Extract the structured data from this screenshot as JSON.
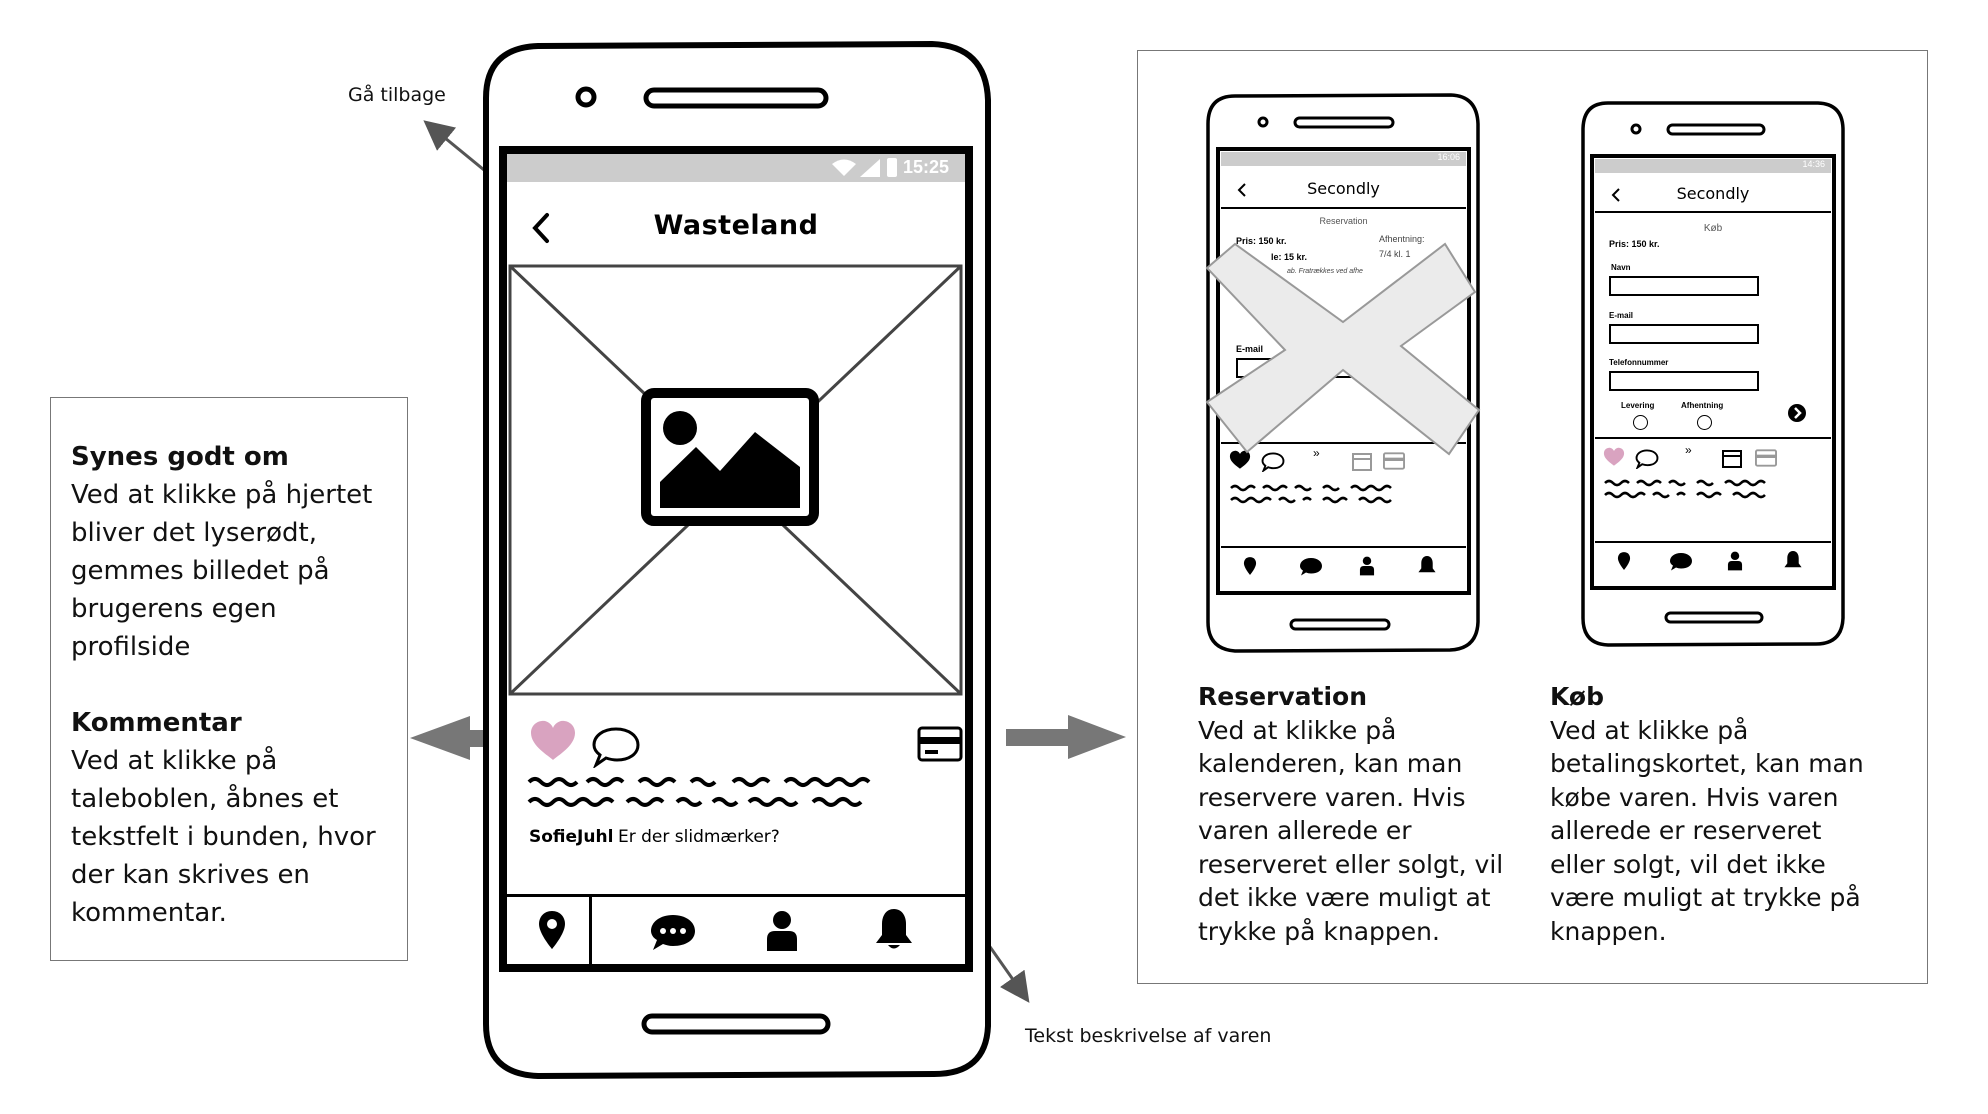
{
  "annotations": {
    "back": "Gå tilbage",
    "description": "Tekst beskrivelse af varen"
  },
  "left_note": {
    "like_title": "Synes godt om",
    "like_text": "Ved at klikke på hjertet bliver det lyserødt, gemmes billedet på brugerens egen profilside",
    "comment_title": "Kommentar",
    "comment_text": "Ved at klikke på taleboblen, åbnes et tekstfelt i bunden, hvor der kan skrives en kommentar."
  },
  "main_phone": {
    "status_time": "15:25",
    "title": "Wasteland",
    "comment_user": "SofieJuhl",
    "comment_text": "Er der slidmærker?",
    "colors": {
      "heart": "#d9a3c0",
      "status_bar": "#cccccc"
    },
    "icons": [
      "back-icon",
      "image-placeholder-icon",
      "heart-icon",
      "comment-icon",
      "credit-card-icon",
      "location-icon",
      "chat-icon",
      "profile-icon",
      "bell-icon"
    ]
  },
  "reservation_phone": {
    "status_time": "16:06",
    "title": "Secondly",
    "section": "Reservation",
    "price": "Pris: 150 kr.",
    "fee": "le: 15 kr.",
    "pickup_label": "Afhentning:",
    "pickup_date": "7/4 kl. 1",
    "fine_print": "ab. Fratrækkes ved afhe",
    "email_label": "E-mail"
  },
  "buy_phone": {
    "status_time": "14:36",
    "title": "Secondly",
    "section": "Køb",
    "price": "Pris: 150 kr.",
    "fields": [
      "Navn",
      "E-mail",
      "Telefonnummer"
    ],
    "delivery": "Levering",
    "pickup": "Afhentning"
  },
  "right_notes": {
    "reservation_title": "Reservation",
    "reservation_text": "Ved at klikke på kalenderen, kan man reservere varen. Hvis varen allerede er reserveret eller solgt, vil det ikke være muligt at trykke på knappen.",
    "buy_title": "Køb",
    "buy_text": "Ved at klikke på betalingskortet, kan man købe varen. Hvis varen allerede er reserveret eller solgt, vil det ikke være muligt at trykke på knappen."
  }
}
